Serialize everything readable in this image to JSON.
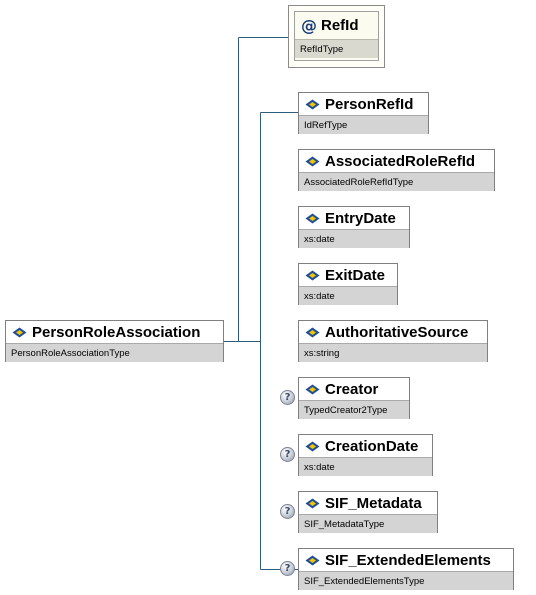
{
  "root": {
    "name": "PersonRoleAssociation",
    "type": "PersonRoleAssociationType"
  },
  "attribute": {
    "icon": "at-sign-icon",
    "name": "RefId",
    "type": "RefIdType"
  },
  "children": [
    {
      "name": "PersonRefId",
      "type": "IdRefType",
      "optional": false
    },
    {
      "name": "AssociatedRoleRefId",
      "type": "AssociatedRoleRefIdType",
      "optional": false
    },
    {
      "name": "EntryDate",
      "type": "xs:date",
      "optional": false
    },
    {
      "name": "ExitDate",
      "type": "xs:date",
      "optional": false
    },
    {
      "name": "AuthoritativeSource",
      "type": "xs:string",
      "optional": false
    },
    {
      "name": "Creator",
      "type": "TypedCreator2Type",
      "optional": true
    },
    {
      "name": "CreationDate",
      "type": "xs:date",
      "optional": true
    },
    {
      "name": "SIF_Metadata",
      "type": "SIF_MetadataType",
      "optional": true
    },
    {
      "name": "SIF_ExtendedElements",
      "type": "SIF_ExtendedElementsType",
      "optional": true
    }
  ],
  "optional_marker": "?",
  "colors": {
    "connector": "#2e5d7a",
    "type_bar": "#d4d4d4",
    "icon_blue": "#1f4e9c",
    "icon_yellow": "#f2c500"
  }
}
